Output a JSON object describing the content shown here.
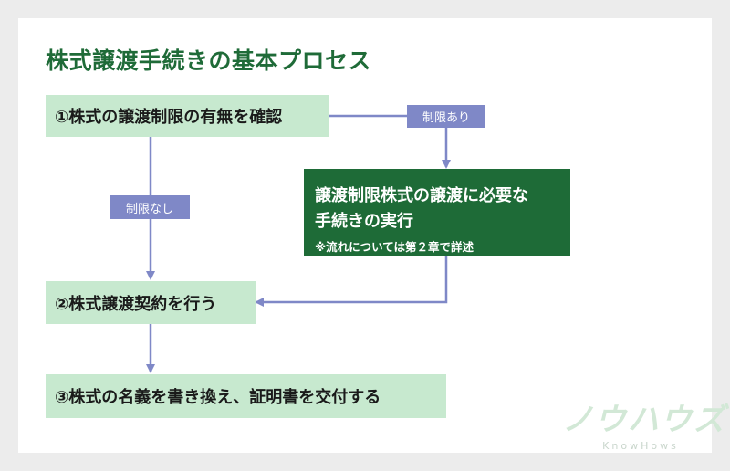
{
  "title": "株式譲渡手続きの基本プロセス",
  "steps": {
    "step1": "①株式の譲渡制限の有無を確認",
    "step2": "②株式譲渡契約を行う",
    "step3": "③株式の名義を書き換え、証明書を交付する"
  },
  "restricted_box": {
    "line1": "譲渡制限株式の譲渡に必要な",
    "line2": "手続きの実行",
    "note": "※流れについては第２章で詳述"
  },
  "tags": {
    "with_restriction": "制限あり",
    "without_restriction": "制限なし"
  },
  "logo": {
    "text": "ノウハウズ",
    "subtext": "KnowHows"
  },
  "colors": {
    "title": "#1f6b38",
    "light_box": "#c7e9cf",
    "dark_box": "#1e6b37",
    "arrow": "#7f88c7",
    "background": "#ececec"
  }
}
